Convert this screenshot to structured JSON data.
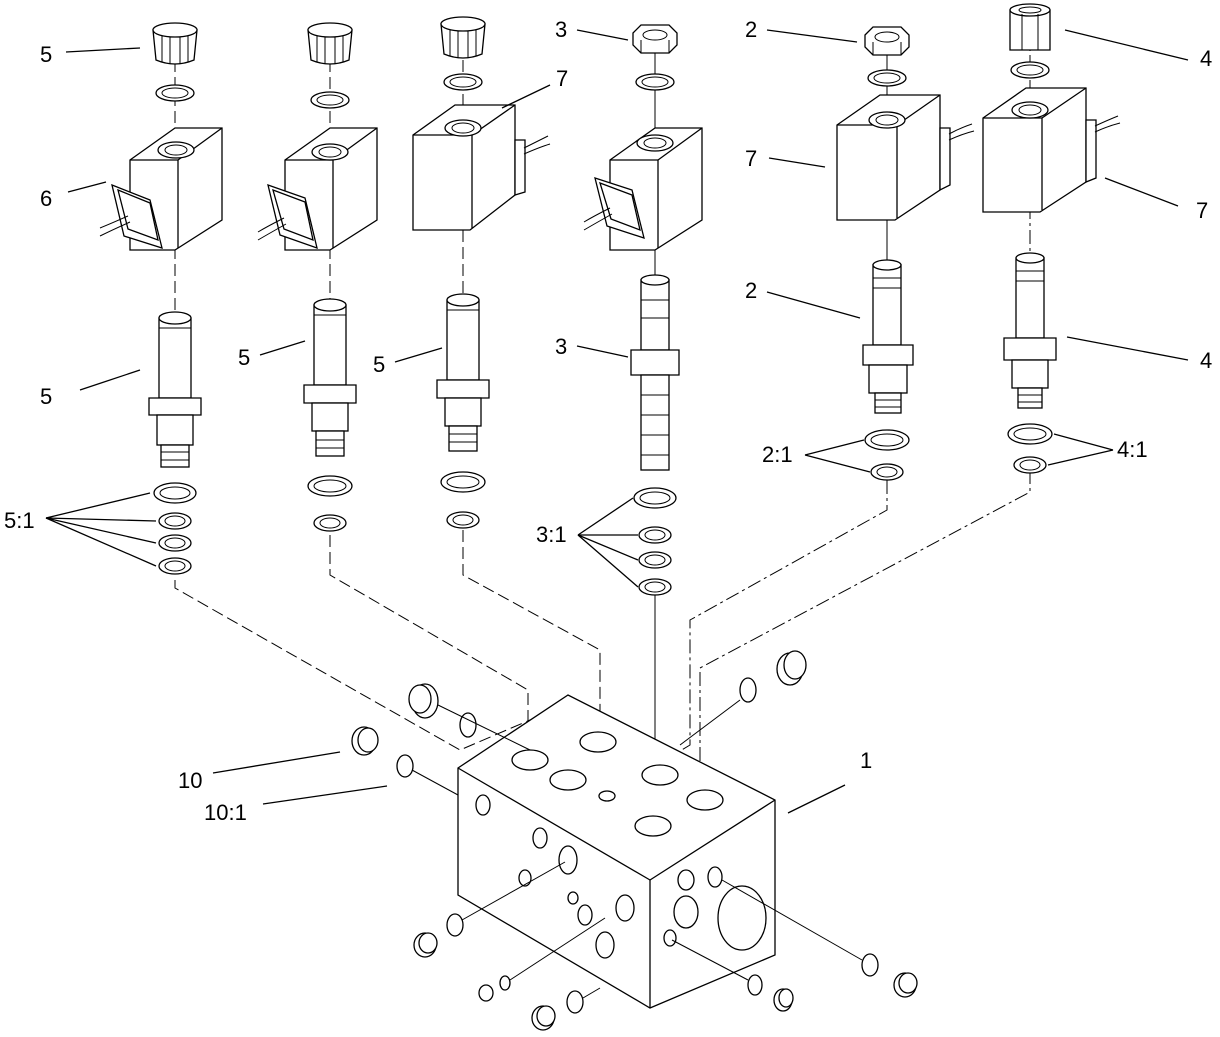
{
  "diagram": {
    "callouts": [
      {
        "id": "c-5-knob",
        "text": "5"
      },
      {
        "id": "c-6-coil",
        "text": "6"
      },
      {
        "id": "c-5-valve-a",
        "text": "5"
      },
      {
        "id": "c-5-valve-b",
        "text": "5"
      },
      {
        "id": "c-5-valve-c",
        "text": "5"
      },
      {
        "id": "c-5-1",
        "text": "5:1"
      },
      {
        "id": "c-7-coil-a",
        "text": "7"
      },
      {
        "id": "c-3-nut",
        "text": "3"
      },
      {
        "id": "c-3-valve",
        "text": "3"
      },
      {
        "id": "c-3-1",
        "text": "3:1"
      },
      {
        "id": "c-2-nut",
        "text": "2"
      },
      {
        "id": "c-7-coil-b",
        "text": "7"
      },
      {
        "id": "c-2-valve",
        "text": "2"
      },
      {
        "id": "c-2-1",
        "text": "2:1"
      },
      {
        "id": "c-4-nut",
        "text": "4"
      },
      {
        "id": "c-7-coil-c",
        "text": "7"
      },
      {
        "id": "c-4-valve",
        "text": "4"
      },
      {
        "id": "c-4-1",
        "text": "4:1"
      },
      {
        "id": "c-1-manifold",
        "text": "1"
      },
      {
        "id": "c-10-plug",
        "text": "10"
      },
      {
        "id": "c-10-1",
        "text": "10:1"
      }
    ]
  }
}
